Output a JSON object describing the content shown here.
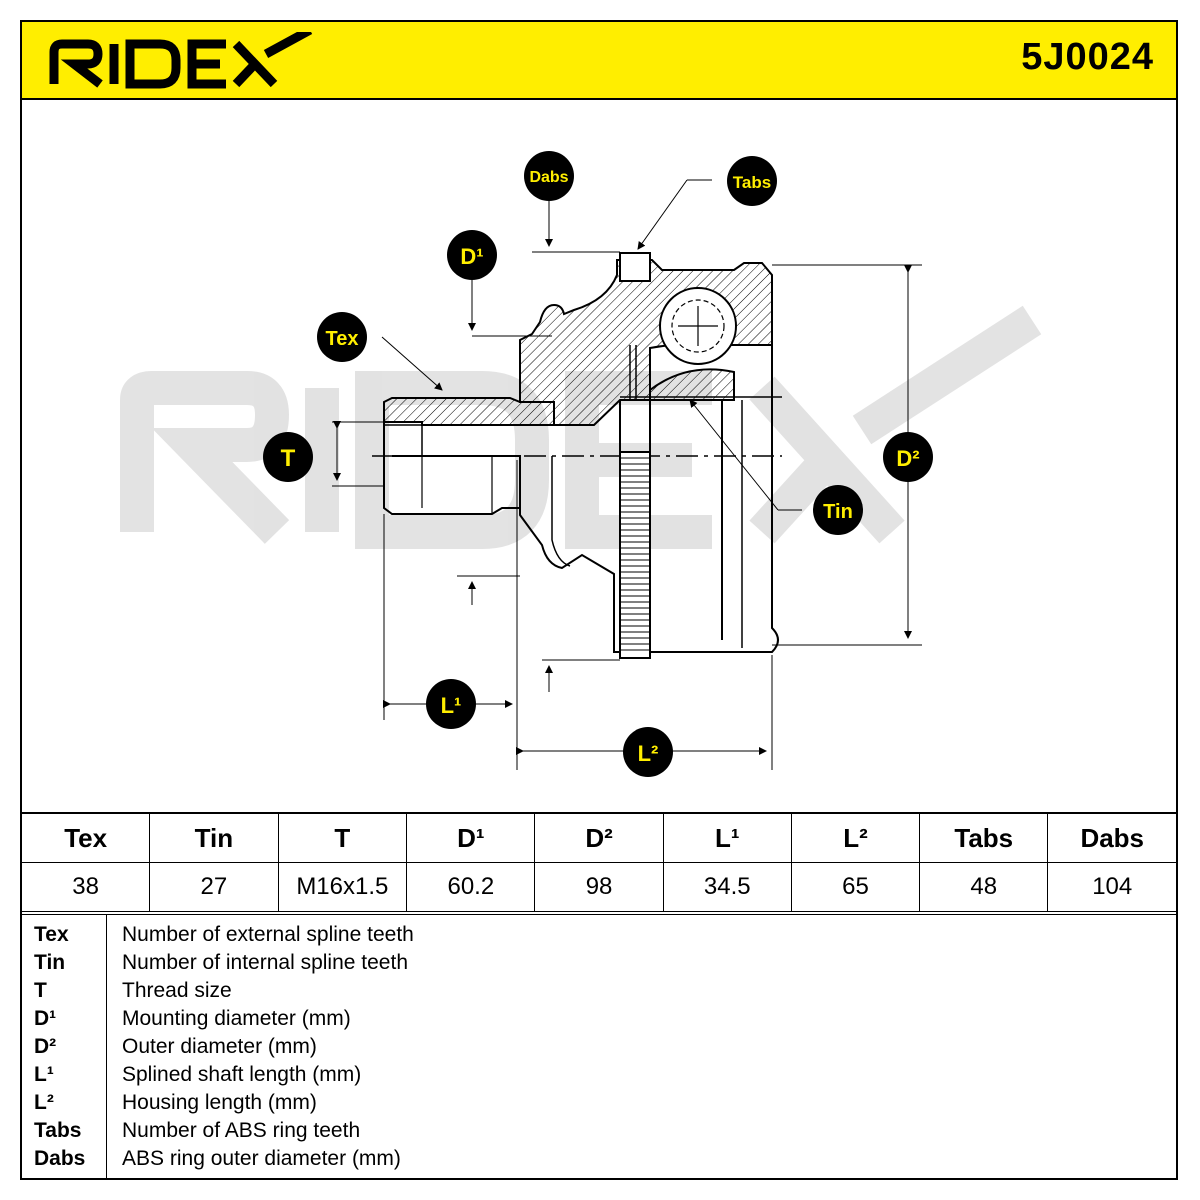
{
  "header": {
    "brand": "RIDEX",
    "part_number": "5J0024",
    "brand_color": "#000000",
    "background_color": "#ffee00"
  },
  "drawing": {
    "watermark": "RIDEX",
    "callouts": {
      "dabs": "Dabs",
      "tabs": "Tabs",
      "d1": "D¹",
      "tex": "Tex",
      "t": "T",
      "d2": "D²",
      "tin": "Tin",
      "l1": "L¹",
      "l2": "L²"
    }
  },
  "specs": {
    "headers": [
      "Tex",
      "Tin",
      "T",
      "D¹",
      "D²",
      "L¹",
      "L²",
      "Tabs",
      "Dabs"
    ],
    "values": [
      "38",
      "27",
      "M16x1.5",
      "60.2",
      "98",
      "34.5",
      "65",
      "48",
      "104"
    ]
  },
  "legend": [
    {
      "key": "Tex",
      "desc": "Number of external spline teeth"
    },
    {
      "key": "Tin",
      "desc": "Number of internal spline teeth"
    },
    {
      "key": "T",
      "desc": "Thread size"
    },
    {
      "key": "D¹",
      "desc": "Mounting diameter (mm)"
    },
    {
      "key": "D²",
      "desc": "Outer diameter (mm)"
    },
    {
      "key": "L¹",
      "desc": "Splined shaft length (mm)"
    },
    {
      "key": "L²",
      "desc": "Housing length (mm)"
    },
    {
      "key": "Tabs",
      "desc": "Number of ABS ring teeth"
    },
    {
      "key": "Dabs",
      "desc": "ABS ring outer diameter (mm)"
    }
  ]
}
